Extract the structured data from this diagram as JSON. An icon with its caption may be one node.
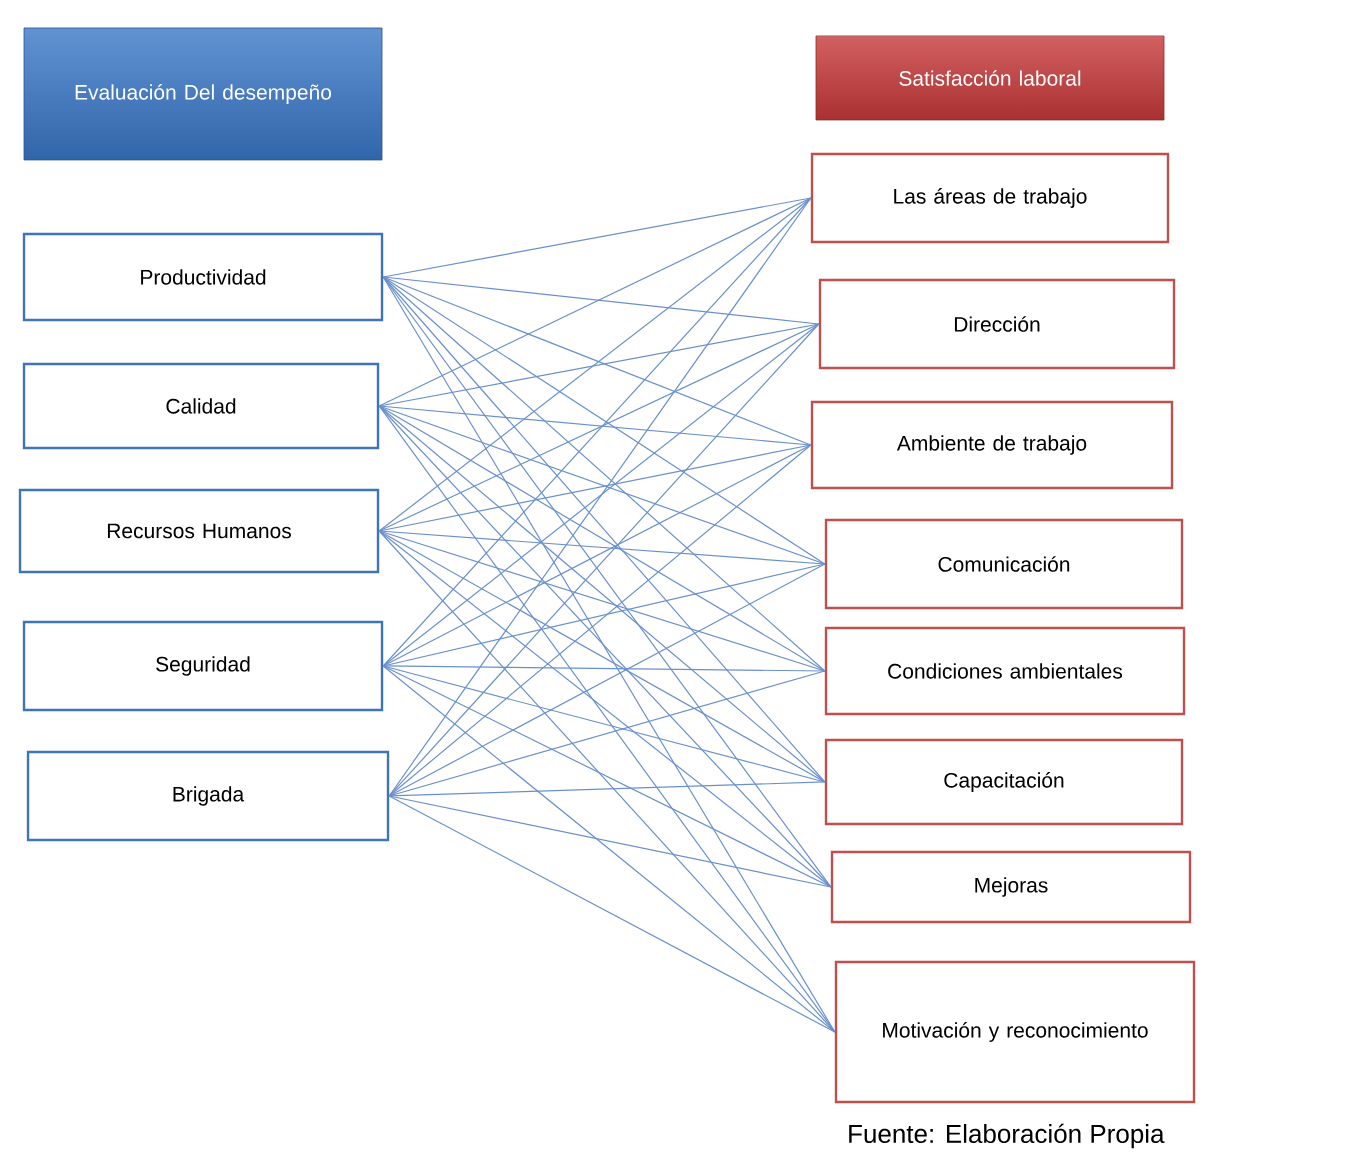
{
  "diagram": {
    "caption": "Fuente: Elaboración Propia",
    "nodes": [
      {
        "text": [
          "Evaluación Del desempeño"
        ]
      },
      {
        "text": [
          "Satisfacción laboral"
        ]
      },
      {
        "text": [
          "Productividad"
        ]
      },
      {
        "text": [
          "Calidad"
        ]
      },
      {
        "text": [
          "Recursos Humanos"
        ]
      },
      {
        "text": [
          "Seguridad"
        ]
      },
      {
        "text": [
          "Brigada"
        ]
      },
      {
        "text": [
          "Las áreas de trabajo"
        ]
      },
      {
        "text": [
          "Dirección"
        ]
      },
      {
        "text": [
          "Ambiente de trabajo"
        ]
      },
      {
        "text": [
          "Comunicación"
        ]
      },
      {
        "text": [
          "Condiciones ambientales"
        ]
      },
      {
        "text": [
          "Capacitación"
        ]
      },
      {
        "text": [
          "Mejoras"
        ]
      },
      {
        "text": [
          "Motivación y reconocimiento"
        ]
      }
    ],
    "edges": [
      {
        "from": 2,
        "to": 7,
        "arrow": "none"
      },
      {
        "from": 2,
        "to": 8,
        "arrow": "none"
      },
      {
        "from": 2,
        "to": 9,
        "arrow": "none"
      },
      {
        "from": 2,
        "to": 10,
        "arrow": "none"
      },
      {
        "from": 2,
        "to": 11,
        "arrow": "none"
      },
      {
        "from": 2,
        "to": 12,
        "arrow": "none"
      },
      {
        "from": 2,
        "to": 13,
        "arrow": "none"
      },
      {
        "from": 2,
        "to": 14,
        "arrow": "none"
      },
      {
        "from": 3,
        "to": 7,
        "arrow": "none"
      },
      {
        "from": 3,
        "to": 8,
        "arrow": "none"
      },
      {
        "from": 3,
        "to": 9,
        "arrow": "none"
      },
      {
        "from": 3,
        "to": 10,
        "arrow": "none"
      },
      {
        "from": 3,
        "to": 11,
        "arrow": "none"
      },
      {
        "from": 3,
        "to": 12,
        "arrow": "none"
      },
      {
        "from": 3,
        "to": 13,
        "arrow": "none"
      },
      {
        "from": 3,
        "to": 14,
        "arrow": "none"
      },
      {
        "from": 4,
        "to": 7,
        "arrow": "none"
      },
      {
        "from": 4,
        "to": 8,
        "arrow": "none"
      },
      {
        "from": 4,
        "to": 9,
        "arrow": "none"
      },
      {
        "from": 4,
        "to": 10,
        "arrow": "none"
      },
      {
        "from": 4,
        "to": 11,
        "arrow": "none"
      },
      {
        "from": 4,
        "to": 12,
        "arrow": "none"
      },
      {
        "from": 4,
        "to": 13,
        "arrow": "none"
      },
      {
        "from": 4,
        "to": 14,
        "arrow": "none"
      },
      {
        "from": 5,
        "to": 7,
        "arrow": "none"
      },
      {
        "from": 5,
        "to": 8,
        "arrow": "none"
      },
      {
        "from": 5,
        "to": 9,
        "arrow": "none"
      },
      {
        "from": 5,
        "to": 10,
        "arrow": "none"
      },
      {
        "from": 5,
        "to": 11,
        "arrow": "none"
      },
      {
        "from": 5,
        "to": 12,
        "arrow": "none"
      },
      {
        "from": 5,
        "to": 13,
        "arrow": "none"
      },
      {
        "from": 5,
        "to": 14,
        "arrow": "none"
      },
      {
        "from": 6,
        "to": 7,
        "arrow": "none"
      },
      {
        "from": 6,
        "to": 8,
        "arrow": "none"
      },
      {
        "from": 6,
        "to": 9,
        "arrow": "none"
      },
      {
        "from": 6,
        "to": 10,
        "arrow": "none"
      },
      {
        "from": 6,
        "to": 11,
        "arrow": "none"
      },
      {
        "from": 6,
        "to": 12,
        "arrow": "none"
      },
      {
        "from": 6,
        "to": 13,
        "arrow": "none"
      },
      {
        "from": 6,
        "to": 14,
        "arrow": "none"
      }
    ]
  }
}
